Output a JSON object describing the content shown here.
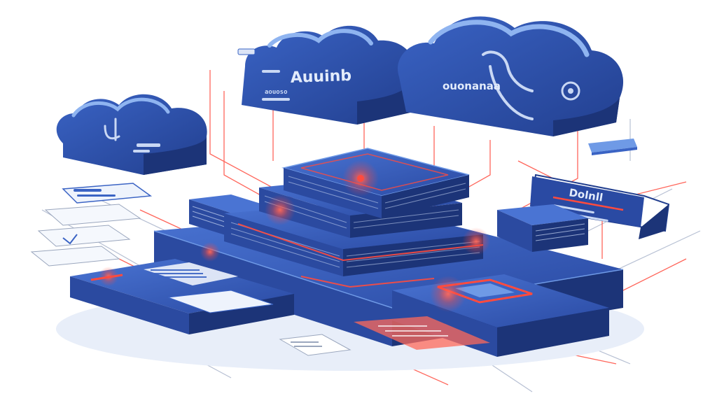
{
  "clouds": {
    "center_label": "Auuinb",
    "center_sublabel": "aouoso",
    "right_label": "ouonanaa"
  },
  "cards": {
    "right_card_label": "Dolnll"
  },
  "colors": {
    "navy": "#223f8f",
    "mid_blue": "#3a63c4",
    "light_blue": "#6f9ae6",
    "pale_blue": "#c9d8f4",
    "accent_red": "#ff4b3e",
    "line_gray": "#9aa6bd"
  },
  "icons": {
    "center_cloud_icon": "cloud-icon",
    "right_cloud_icon": "cloud-icon",
    "left_cloud_icon": "cloud-icon",
    "server_icon": "server-stack-icon"
  }
}
